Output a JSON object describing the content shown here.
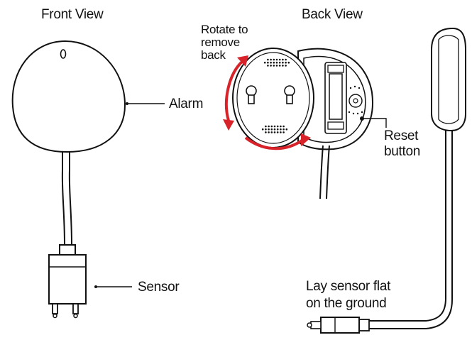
{
  "labels": {
    "front_view": "Front View",
    "back_view": "Back View",
    "rotate_line1": "Rotate to",
    "rotate_line2": "remove",
    "rotate_line3": "back",
    "alarm": "Alarm",
    "sensor": "Sensor",
    "reset_line1": "Reset",
    "reset_line2": "button",
    "lay_line1": "Lay sensor flat",
    "lay_line2": "on the ground"
  },
  "colors": {
    "outline": "#111111",
    "arrow": "#d8232a",
    "background": "#ffffff"
  }
}
